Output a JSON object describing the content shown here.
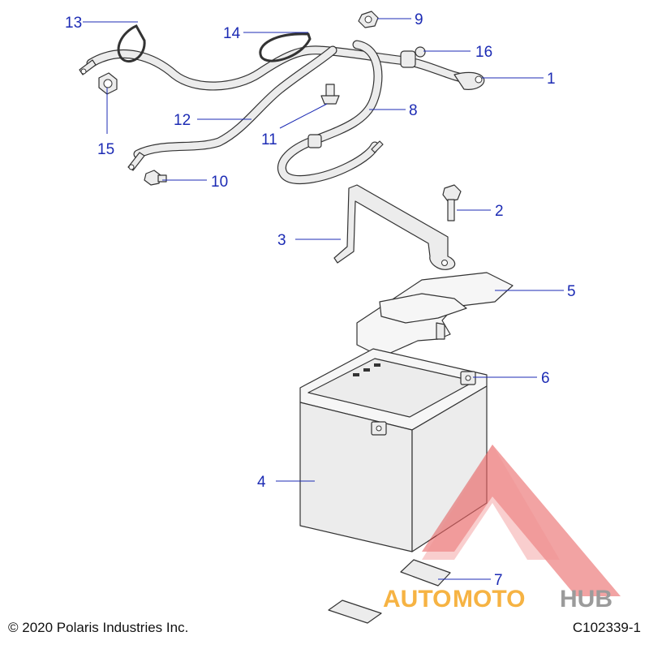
{
  "diagram": {
    "callouts": [
      "1",
      "2",
      "3",
      "4",
      "5",
      "6",
      "7",
      "8",
      "9",
      "10",
      "11",
      "12",
      "13",
      "14",
      "15",
      "16"
    ],
    "colors": {
      "callout": "#1c2bb4",
      "line_art": "#333333",
      "watermark_red": "#e23a3a",
      "watermark_orange": "#f5a623",
      "watermark_gray": "#8a8a8a"
    }
  },
  "watermark": {
    "part1": "AUTO",
    "part2": "MOTO",
    "part3": "HUB"
  },
  "footer": {
    "copyright": "© 2020 Polaris Industries Inc.",
    "drawing_id": "C102339-1"
  }
}
